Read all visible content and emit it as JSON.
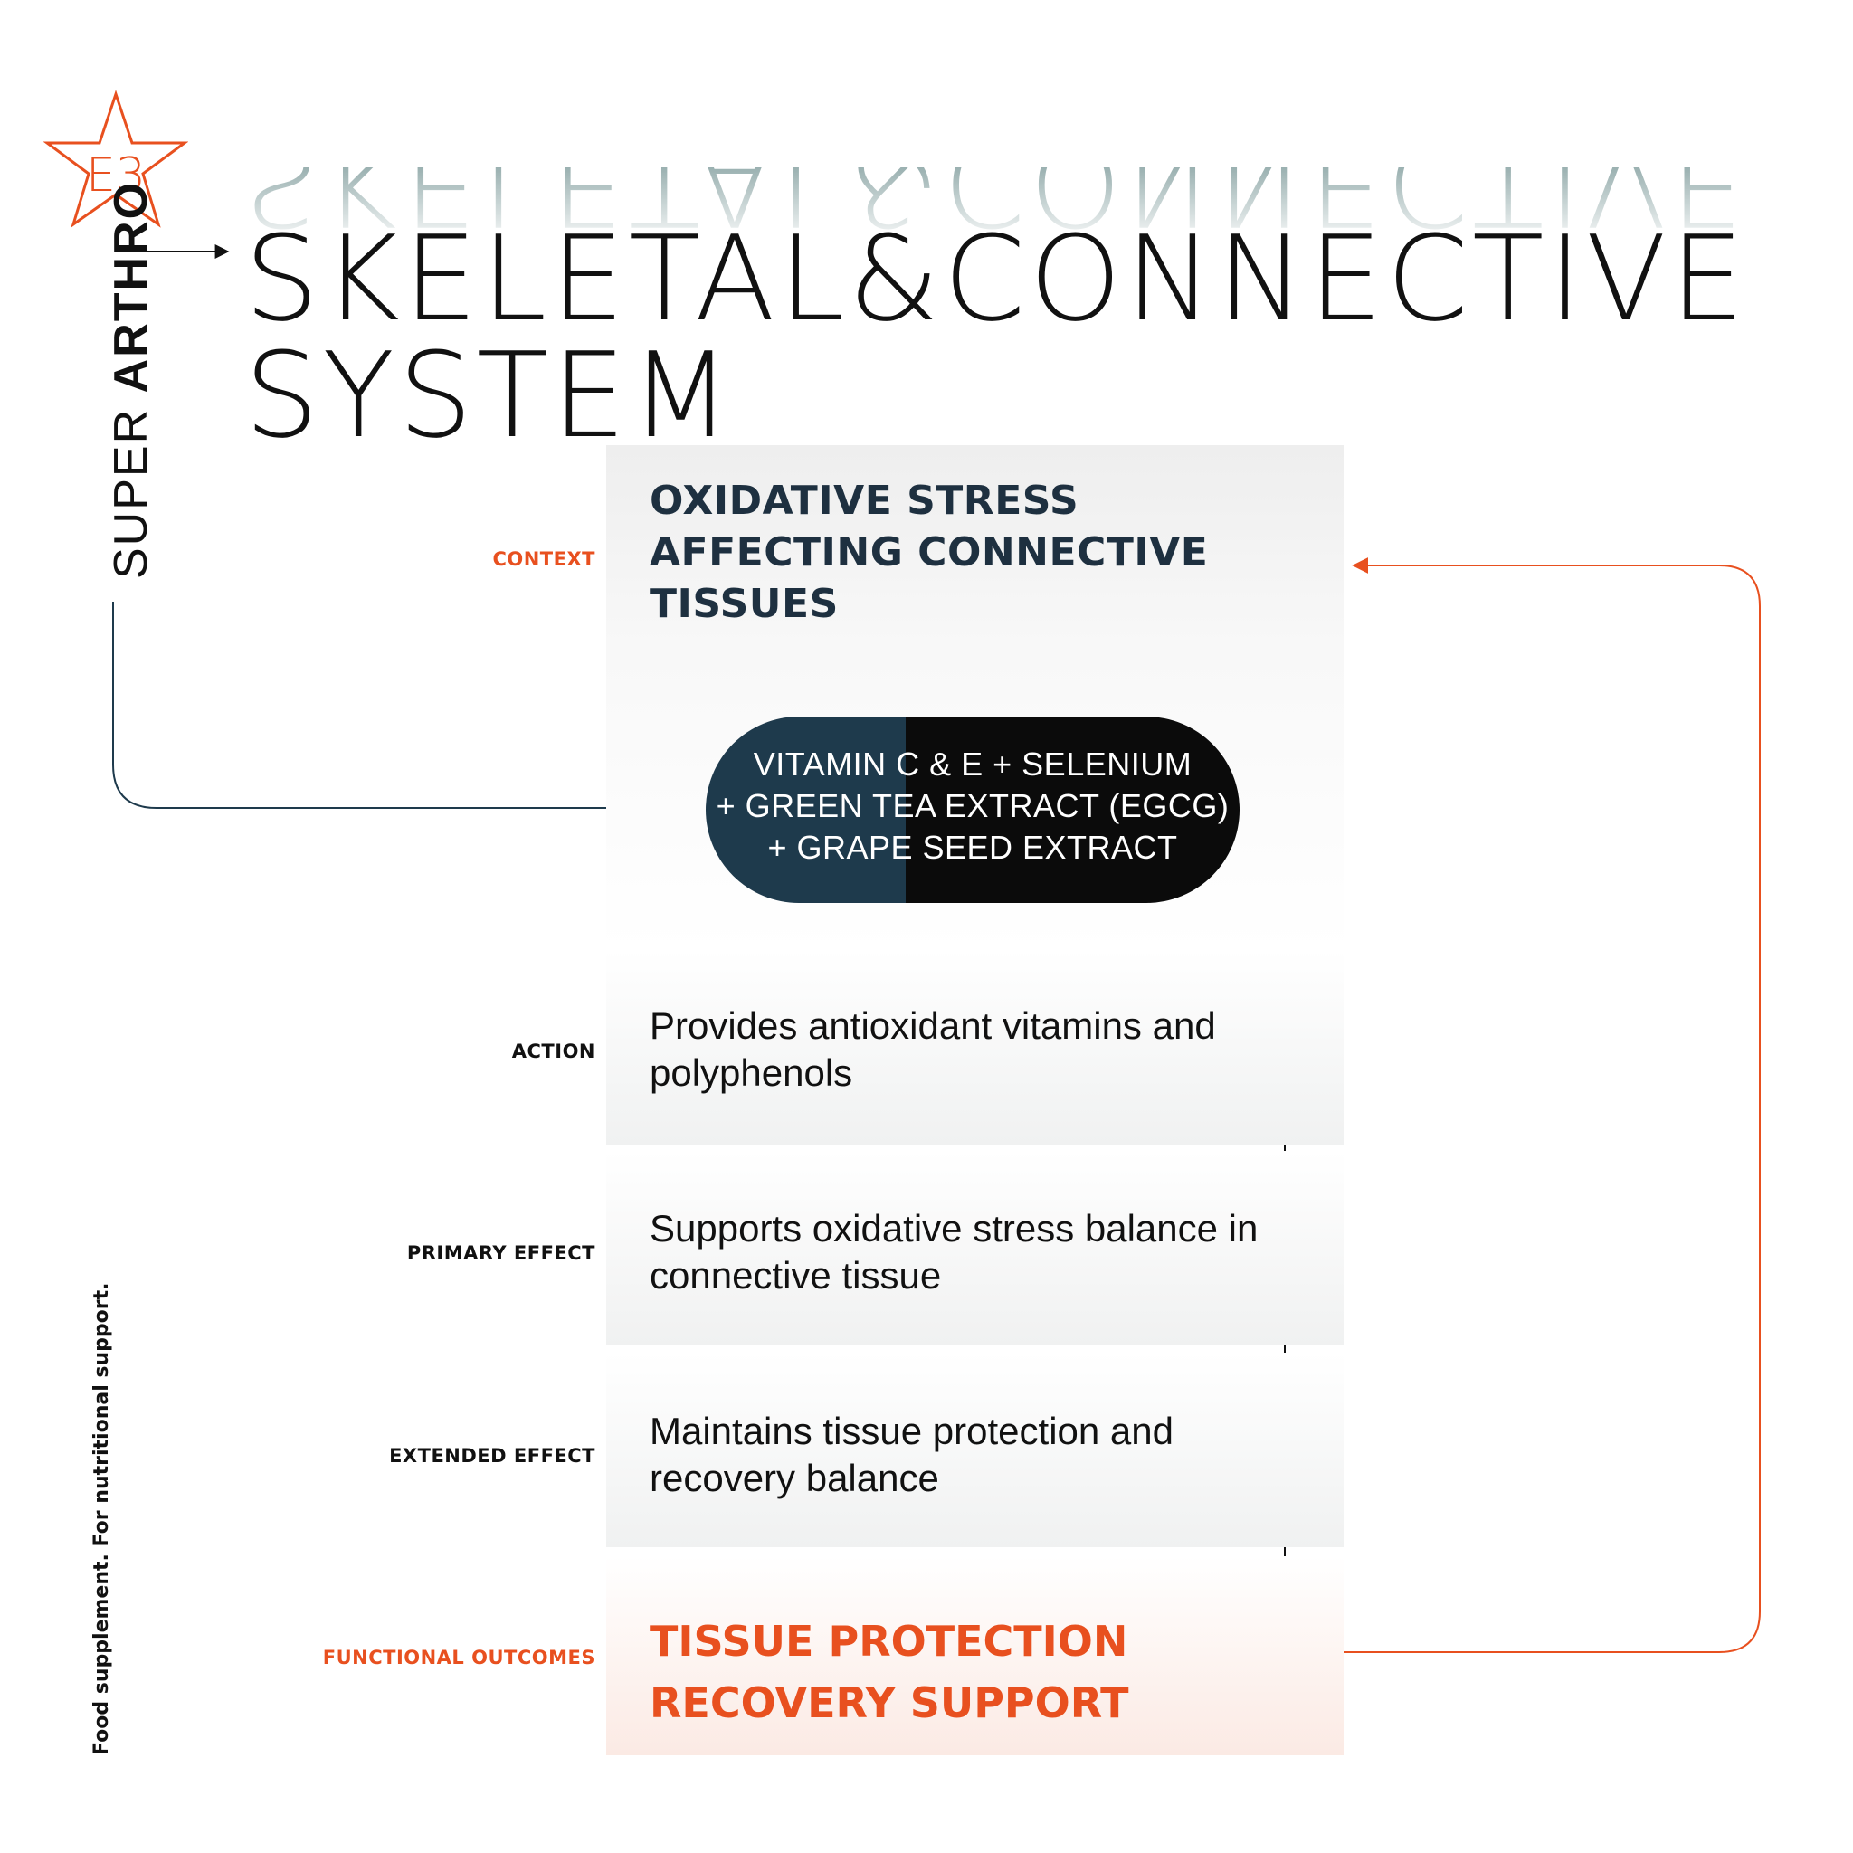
{
  "logo": {
    "text": "E3",
    "color": "#e8501f"
  },
  "brand": {
    "prefix": "SUPER",
    "name": "ARTHRO"
  },
  "title": {
    "line1": "SKELETAL&CONNECTIVE",
    "line2": "SYSTEM"
  },
  "colors": {
    "accent": "#e8501f",
    "navy": "#1e3a4c",
    "black": "#0b0b0b",
    "heading": "#1e3040"
  },
  "steps": {
    "context": {
      "label": "CONTEXT",
      "lines": [
        "OXIDATIVE STRESS",
        "AFFECTING CONNECTIVE",
        "TISSUES"
      ]
    },
    "ingredients": {
      "lines": [
        "VITAMIN C & E + SELENIUM",
        "+ GREEN TEA EXTRACT (EGCG)",
        "+ GRAPE SEED EXTRACT"
      ]
    },
    "action": {
      "label": "ACTION",
      "lines": [
        "Provides antioxidant vitamins and",
        "polyphenols"
      ]
    },
    "primary_effect": {
      "label": "PRIMARY EFFECT",
      "lines": [
        "Supports oxidative stress balance in",
        "connective tissue"
      ]
    },
    "extended_effect": {
      "label": "EXTENDED EFFECT",
      "lines": [
        "Maintains tissue protection and",
        "recovery balance"
      ]
    },
    "functional_outcomes": {
      "label": "FUNCTIONAL OUTCOMES",
      "lines": [
        "TISSUE PROTECTION",
        "RECOVERY SUPPORT"
      ]
    }
  },
  "disclaimer": "Food supplement. For nutritional support."
}
